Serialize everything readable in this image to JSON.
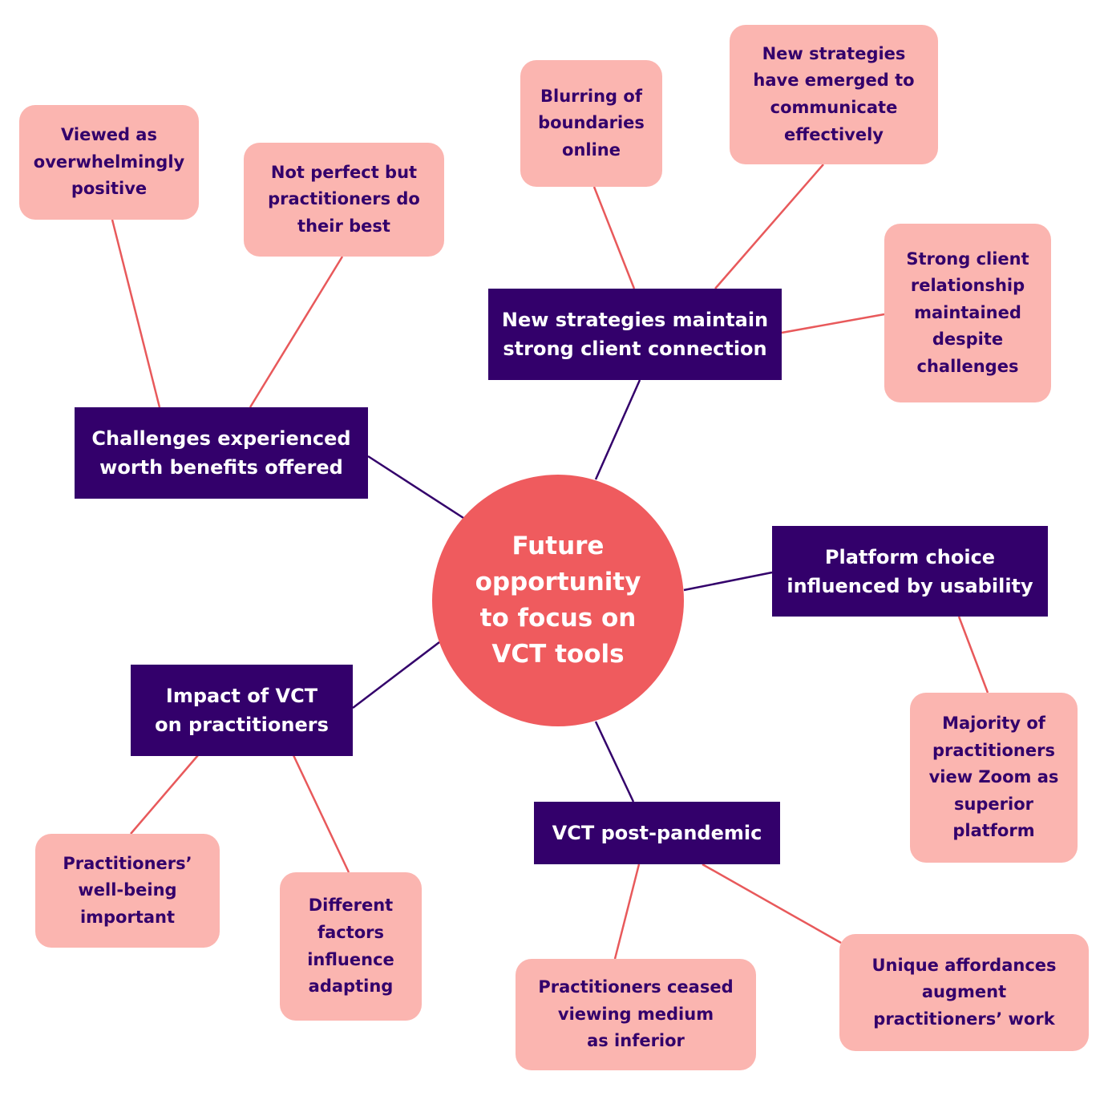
{
  "center": {
    "label": "Future\nopportunity\nto focus on\nVCT tools"
  },
  "themes": [
    {
      "id": "strategies",
      "label": "New strategies maintain\nstrong client connection"
    },
    {
      "id": "challenges",
      "label": "Challenges experienced\nworth benefits offered"
    },
    {
      "id": "platform",
      "label": "Platform choice\ninfluenced by usability"
    },
    {
      "id": "impact",
      "label": "Impact of VCT\non practitioners"
    },
    {
      "id": "postpandemic",
      "label": "VCT post-pandemic"
    }
  ],
  "leaves": [
    {
      "id": "blurring",
      "label": "Blurring of\nboundaries\nonline"
    },
    {
      "id": "emerged",
      "label": "New strategies\nhave emerged to\ncommunicate\neffectively"
    },
    {
      "id": "strong",
      "label": "Strong client\nrelationship\nmaintained\ndespite\nchallenges"
    },
    {
      "id": "viewed",
      "label": "Viewed as\noverwhelmingly\npositive"
    },
    {
      "id": "perfect",
      "label": "Not perfect but\npractitioners do\ntheir best"
    },
    {
      "id": "majority",
      "label": "Majority of\npractitioners\nview Zoom as\nsuperior\nplatform"
    },
    {
      "id": "wellbeing",
      "label": "Practitioners’\nwell-being\nimportant"
    },
    {
      "id": "factors",
      "label": "Different\nfactors\ninfluence\nadapting"
    },
    {
      "id": "ceased",
      "label": "Practitioners ceased\nviewing medium\nas inferior"
    },
    {
      "id": "affordances",
      "label": "Unique affordances\naugment\npractitioners’ work"
    }
  ],
  "colors": {
    "center": "#ef5b5e",
    "theme": "#33006b",
    "leaf": "#fbb5b0",
    "theme_link": "#33006b",
    "leaf_link": "#e8595b"
  }
}
